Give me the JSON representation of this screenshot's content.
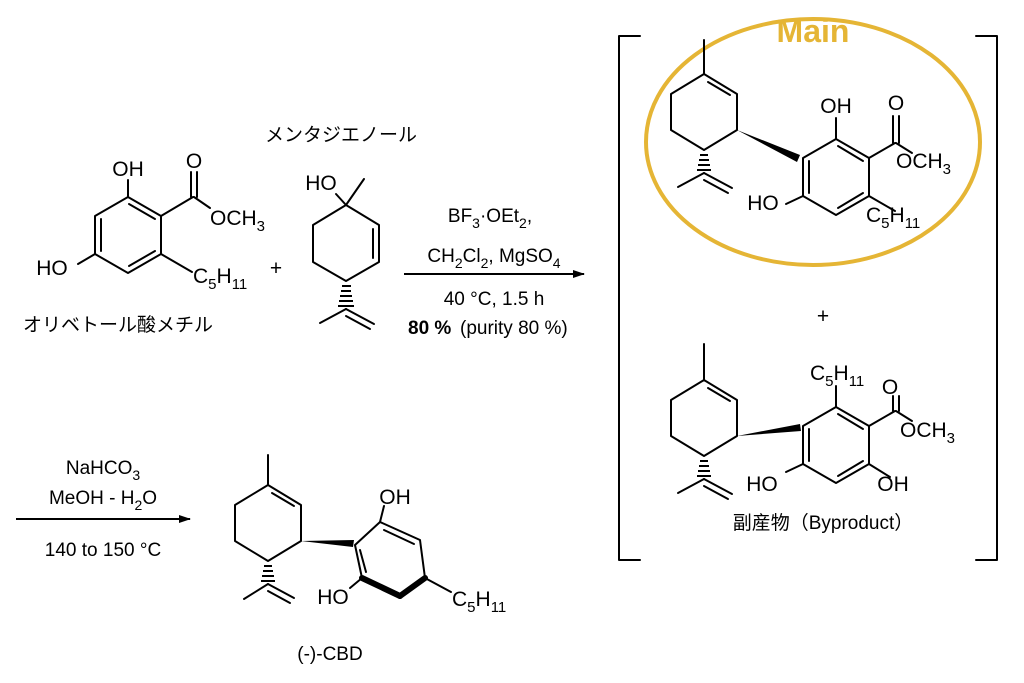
{
  "reagent_name": "メンタジエノール",
  "substrate_name": "オリベトール酸メチル",
  "plus": "+",
  "step1": {
    "reagent": "BF3·OEt2,",
    "solvent": "CH2Cl2, MgSO4",
    "conditions": "40 °C, 1.5 h",
    "yield_bold": "80 %",
    "yield_note": "(purity 80 %)"
  },
  "main_label": "Main",
  "main_color": "#e5b535",
  "byproduct_label": "副産物（Byproduct）",
  "step2": {
    "reagent": "NaHCO3",
    "solvent": "MeOH - H2O",
    "conditions": "140 to 150 °C"
  },
  "product_name": "(-)-CBD",
  "labels": {
    "oh": "OH",
    "ho": "HO",
    "och3": "OCH3",
    "o": "O",
    "c5h11": "C5H11"
  }
}
